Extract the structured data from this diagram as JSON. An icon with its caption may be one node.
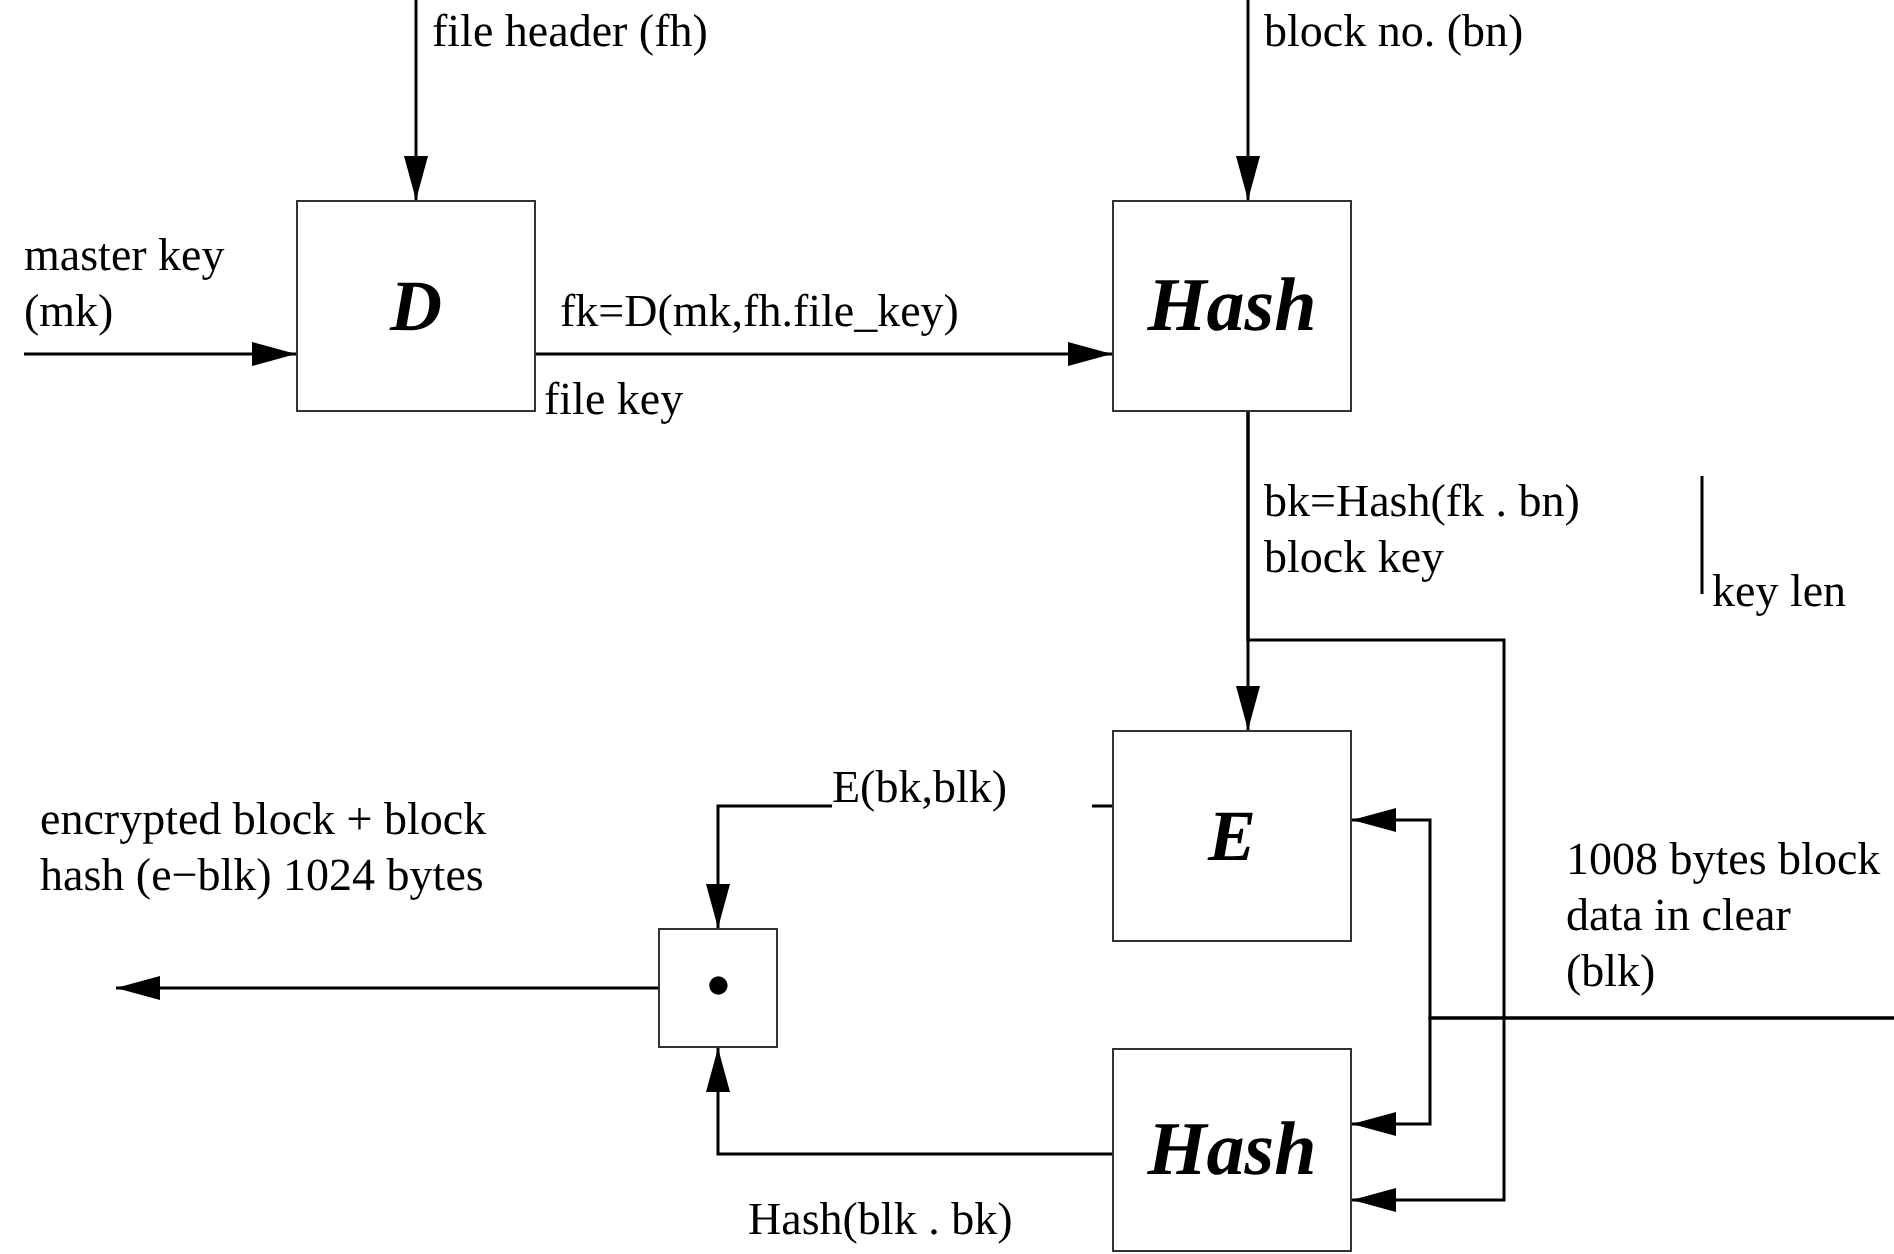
{
  "diagram": {
    "nodes": [
      {
        "text": [
          "D"
        ]
      },
      {
        "text": [
          "Hash"
        ]
      },
      {
        "text": [
          "E"
        ]
      },
      {
        "text": [
          "Hash"
        ]
      },
      {
        "text": [
          "•"
        ]
      }
    ],
    "edges": [
      {
        "from": null,
        "to": 0,
        "arrow": "to",
        "label": "file header (fh)"
      },
      {
        "from": null,
        "to": 0,
        "arrow": "to",
        "label": "master key (mk)"
      },
      {
        "from": 0,
        "to": 1,
        "arrow": "to",
        "label": "fk=D(mk,fh.file_key)"
      },
      {
        "from": null,
        "to": 1,
        "arrow": "to",
        "label": "block no. (bn)"
      },
      {
        "from": 1,
        "to": 2,
        "arrow": "to",
        "label": "bk=Hash(fk . bn)"
      },
      {
        "from": 1,
        "to": 3,
        "arrow": "to"
      },
      {
        "from": null,
        "to": 2,
        "arrow": "to",
        "label": "1008 bytes block data in clear (blk)"
      },
      {
        "from": null,
        "to": 3,
        "arrow": "to"
      },
      {
        "from": 2,
        "to": 4,
        "arrow": "to",
        "label": "E(bk,blk)"
      },
      {
        "from": 3,
        "to": 4,
        "arrow": "to",
        "label": "Hash(blk . bk)"
      },
      {
        "from": 4,
        "to": null,
        "arrow": "to",
        "label": "encrypted block + block hash (e−blk) 1024 bytes"
      }
    ],
    "labels": [
      "file key",
      "block key",
      "key len"
    ]
  }
}
